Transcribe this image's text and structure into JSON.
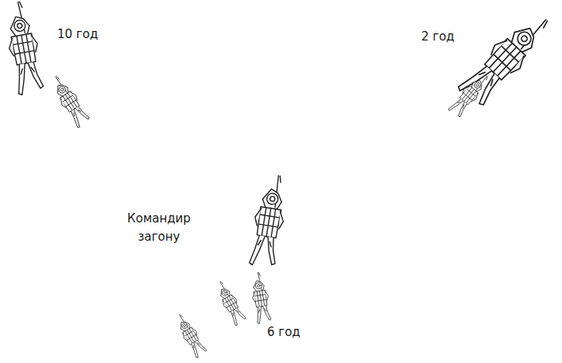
{
  "diagram": {
    "labels": [
      "10 год",
      "2 год",
      "Командир загону",
      "6 год"
    ]
  }
}
